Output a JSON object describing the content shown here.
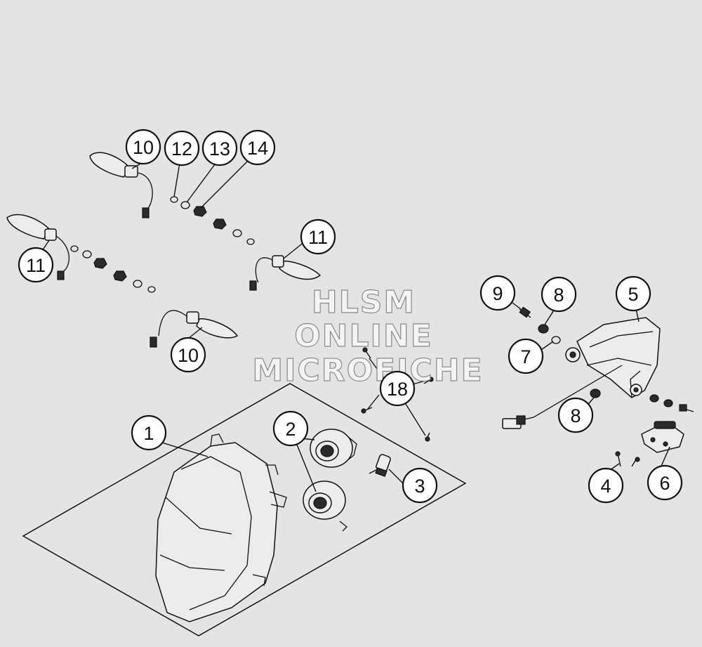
{
  "watermark": {
    "line1": "HLSM",
    "line2": "ONLINE",
    "line3": "MICROFICHE"
  },
  "callouts": [
    {
      "id": "c1",
      "label": "1"
    },
    {
      "id": "c2",
      "label": "2"
    },
    {
      "id": "c3",
      "label": "3"
    },
    {
      "id": "c4",
      "label": "4"
    },
    {
      "id": "c5",
      "label": "5"
    },
    {
      "id": "c6",
      "label": "6"
    },
    {
      "id": "c7",
      "label": "7"
    },
    {
      "id": "c8a",
      "label": "8"
    },
    {
      "id": "c8b",
      "label": "8"
    },
    {
      "id": "c9",
      "label": "9"
    },
    {
      "id": "c10a",
      "label": "10"
    },
    {
      "id": "c10b",
      "label": "10"
    },
    {
      "id": "c11a",
      "label": "11"
    },
    {
      "id": "c11b",
      "label": "11"
    },
    {
      "id": "c12",
      "label": "12"
    },
    {
      "id": "c13",
      "label": "13"
    },
    {
      "id": "c14",
      "label": "14"
    },
    {
      "id": "c18",
      "label": "18"
    }
  ],
  "colors": {
    "background": "#e4e4e4",
    "line": "#111111"
  }
}
